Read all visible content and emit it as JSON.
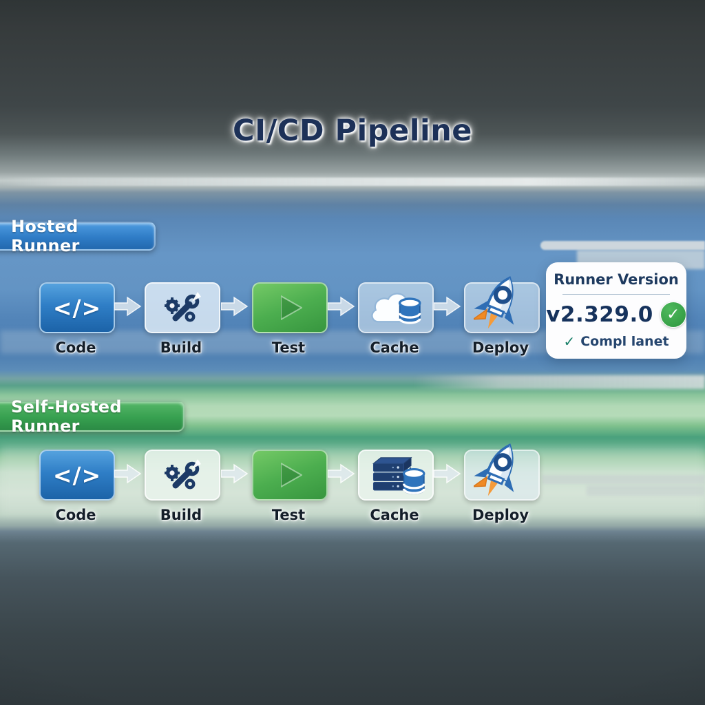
{
  "title": "CI/CD Pipeline",
  "glyphs": {
    "code": "</>",
    "check": "✓"
  },
  "rows": [
    {
      "badge": "Hosted Runner",
      "stages": [
        {
          "label": "Code",
          "icon": "code-icon"
        },
        {
          "label": "Build",
          "icon": "wrench-gear-icon"
        },
        {
          "label": "Test",
          "icon": "play-icon"
        },
        {
          "label": "Cache",
          "icon": "cloud-database-icon"
        },
        {
          "label": "Deploy",
          "icon": "rocket-icon"
        }
      ]
    },
    {
      "badge": "Self-Hosted Runner",
      "stages": [
        {
          "label": "Code",
          "icon": "code-icon"
        },
        {
          "label": "Build",
          "icon": "wrench-gear-icon"
        },
        {
          "label": "Test",
          "icon": "play-icon"
        },
        {
          "label": "Cache",
          "icon": "server-database-icon"
        },
        {
          "label": "Deploy",
          "icon": "rocket-icon"
        }
      ]
    }
  ],
  "runner_card": {
    "title": "Runner Version",
    "version": "v2.329.0",
    "status": "Compl lanet"
  },
  "colors": {
    "title_navy": "#1d3158",
    "hosted_badge_blue": "#2f7cc6",
    "self_hosted_badge_green": "#37a050",
    "code_tile_blue": "#2f7ec6",
    "test_tile_green": "#4cae4f",
    "icon_navy": "#1c3a66",
    "database_blue": "#2f74bc",
    "rocket_flame_orange": "#f08a24",
    "compliant_green": "#36a046",
    "status_check_teal": "#187f68"
  }
}
